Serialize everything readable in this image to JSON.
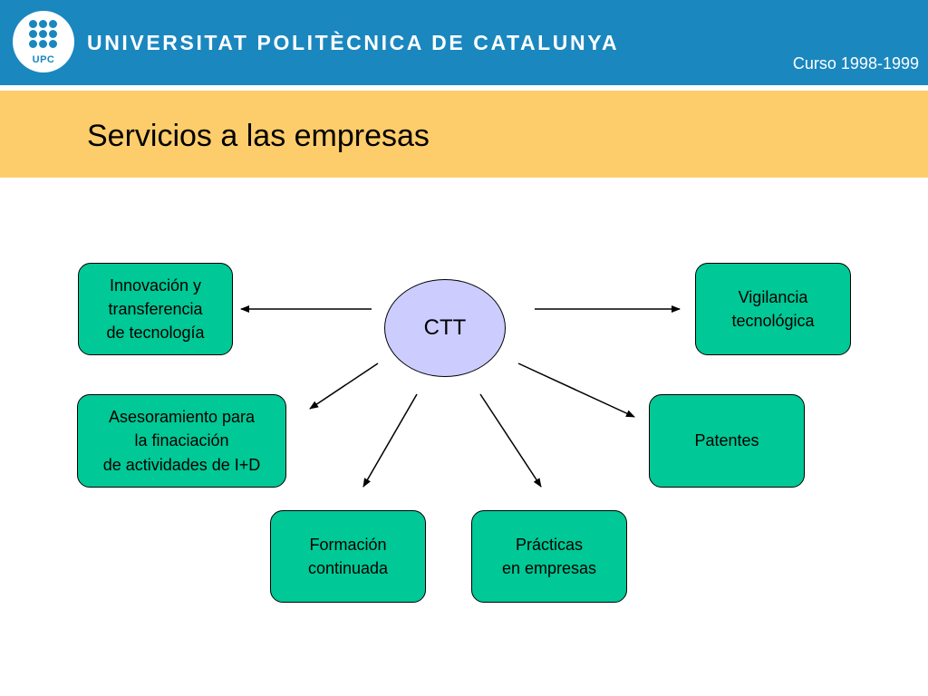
{
  "header": {
    "logo_text": "UPC",
    "university": "UNIVERSITAT POLITÈCNICA DE CATALUNYA",
    "course": "Curso 1998-1999"
  },
  "slide": {
    "title": "Servicios a las empresas"
  },
  "diagram": {
    "center": "CTT",
    "nodes": {
      "innovacion": "Innovación y\ntransferencia\nde tecnología",
      "vigilancia": "Vigilancia\ntecnológica",
      "asesoramiento": "Asesoramiento para\nla finaciación\nde actividades de I+D",
      "patentes": "Patentes",
      "formacion": "Formación\ncontinuada",
      "practicas": "Prácticas\nen empresas"
    }
  }
}
